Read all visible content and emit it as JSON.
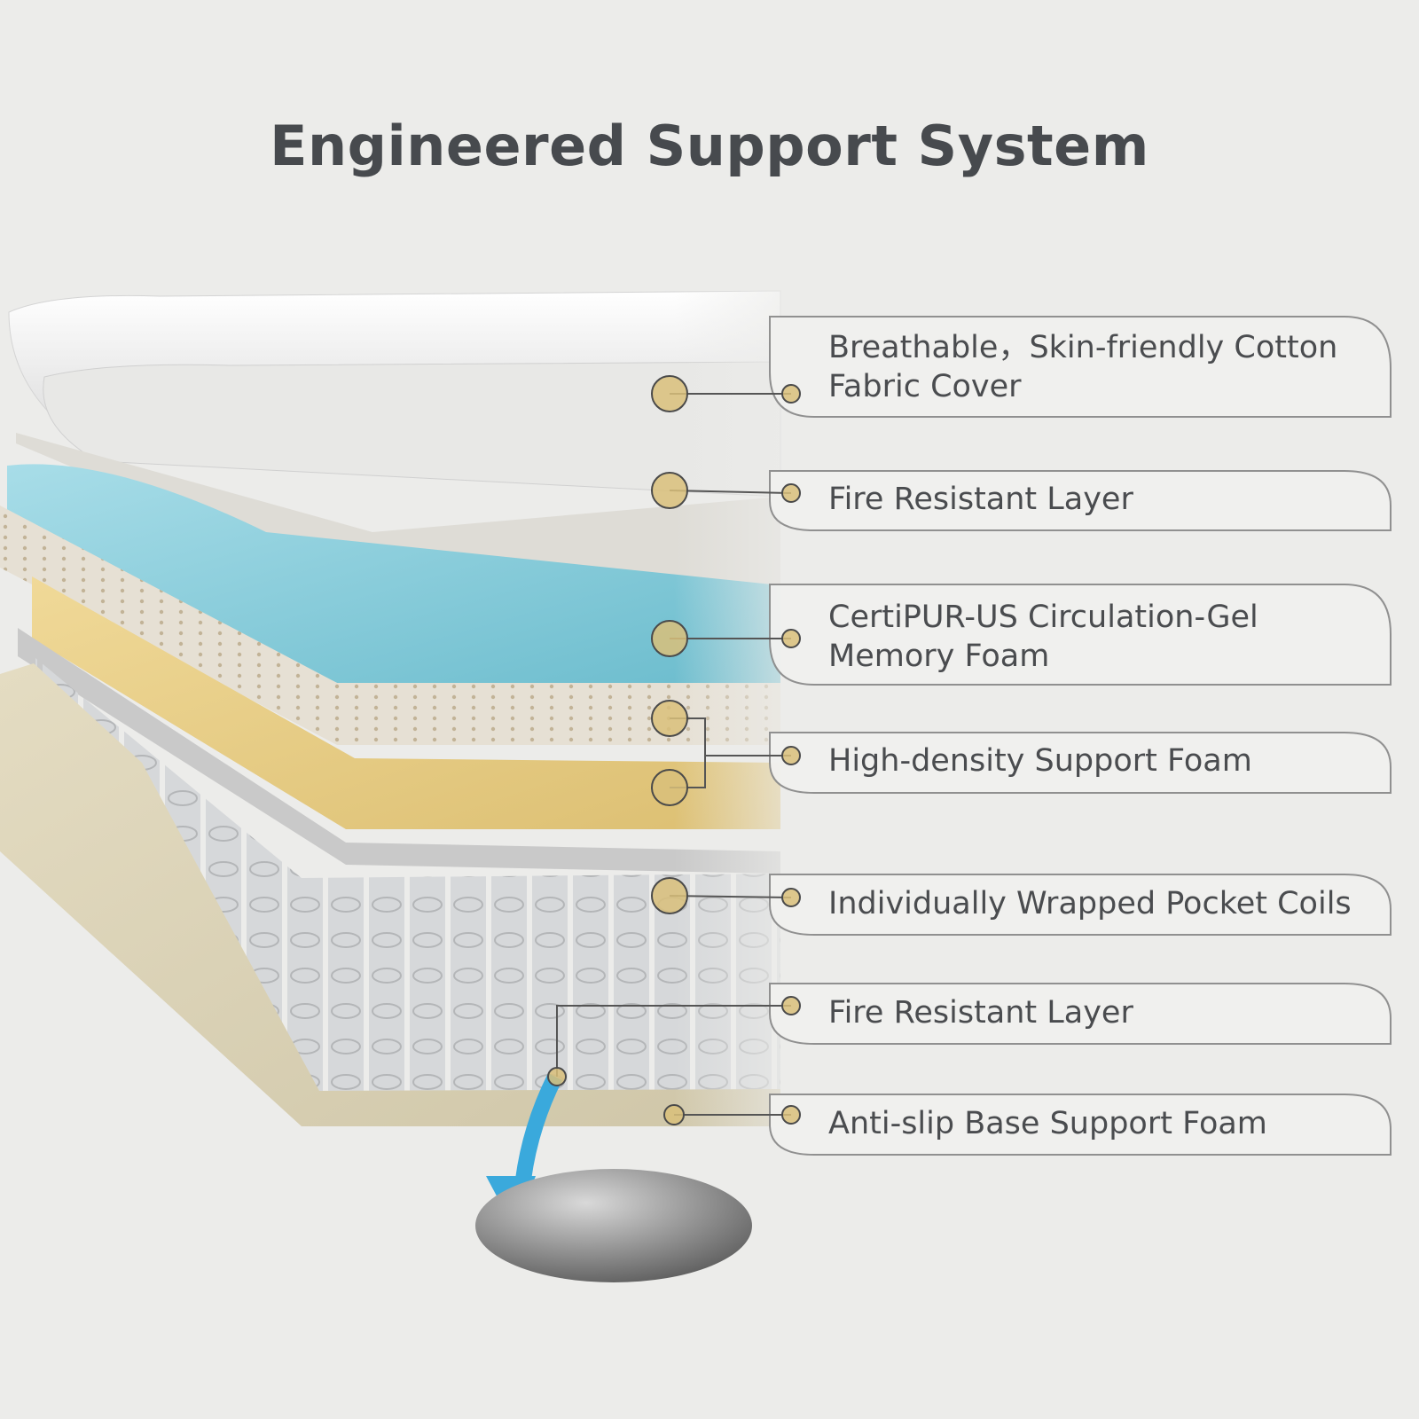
{
  "title": "Engineered Support System",
  "layers": [
    {
      "name": "cover",
      "lines": [
        "Breathable，Skin-friendly Cotton",
        "Fabric Cover"
      ]
    },
    {
      "name": "fire-resistant-top",
      "lines": [
        "Fire Resistant Layer"
      ]
    },
    {
      "name": "gel-memory-foam",
      "lines": [
        "CertiPUR-US Circulation-Gel",
        "Memory Foam"
      ]
    },
    {
      "name": "high-density-foam",
      "lines": [
        "High-density Support Foam"
      ]
    },
    {
      "name": "pocket-coils",
      "lines": [
        "Individually Wrapped Pocket Coils"
      ]
    },
    {
      "name": "fire-resistant-bottom",
      "lines": [
        "Fire Resistant Layer"
      ]
    },
    {
      "name": "base-foam",
      "lines": [
        "Anti-slip Base Support Foam"
      ]
    }
  ],
  "colors": {
    "background": "#ececea",
    "title": "#474a4e",
    "label_text": "#4a4c4f",
    "marker_fill": "#d9bf7a",
    "marker_stroke": "#4a4a4a",
    "gel_foam": "#7ec8d6",
    "support_foam": "#e9cf88",
    "base_foam": "#d8d0b4",
    "arrow": "#3aa9dc"
  }
}
